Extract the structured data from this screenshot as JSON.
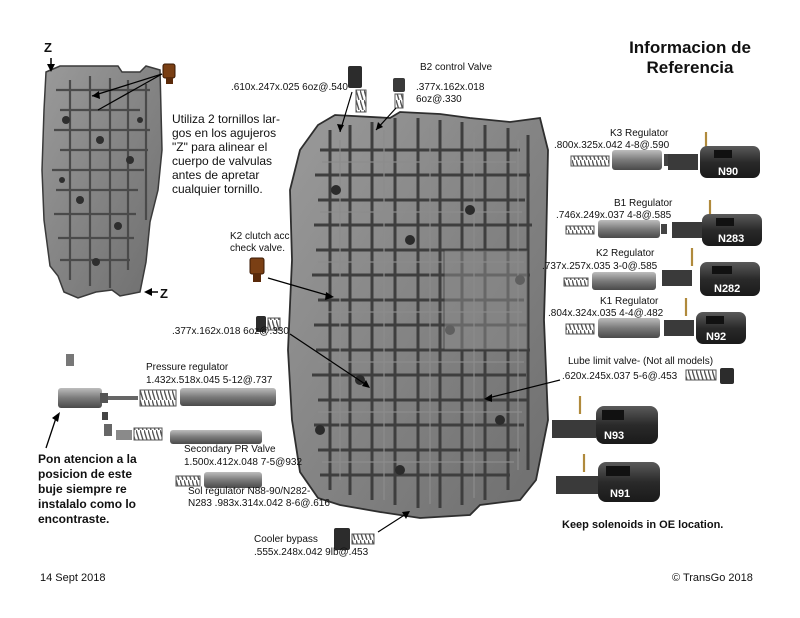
{
  "title": {
    "line1": "Informacion de",
    "line2": "Referencia"
  },
  "markers": {
    "z_top": "Z",
    "z_bottom": "Z"
  },
  "instructions": {
    "bolts_note": "Utiliza 2 tornillos lar-\ngos en los agujeros\n\"Z\" para alinear el\ncuerpo de valvulas\nantes de apretar\ncualquier tornillo.",
    "bushing_note": "Pon atencion a la\nposicion de este\nbuje siempre re\ninstalalo como lo\nencontraste.",
    "keep_solenoids": "Keep solenoids in OE location."
  },
  "valves": {
    "top_left_spec": ".610x.247x.025 6oz@.540",
    "b2_control": {
      "name": "B2 control Valve",
      "spec": ".377x.162x.018\n6oz@.330"
    },
    "k2_clutch": {
      "name": "K2 clutch acc\ncheck valve.",
      "spec": ".377x.162x.018 6oz@.330"
    },
    "k3_regulator": {
      "name": "K3 Regulator",
      "spec": ".800x.325x.042 4-8@.590"
    },
    "b1_regulator": {
      "name": "B1 Regulator",
      "spec": ".746x.249x.037 4-8@.585"
    },
    "k2_regulator": {
      "name": "K2 Regulator",
      "spec": ".737x.257x.035 3-0@.585"
    },
    "k1_regulator": {
      "name": "K1 Regulator",
      "spec": ".804x.324x.035 4-4@.482"
    },
    "lube_limit": {
      "name": "Lube limit valve- (Not all models)",
      "spec": ".620x.245x.037 5-6@.453"
    },
    "pressure_regulator": {
      "name": "Pressure regulator",
      "spec": "1.432x.518x.045 5-12@.737"
    },
    "secondary_pr": {
      "name": "Secondary PR Valve",
      "spec": "1.500x.412x.048 7-5@932"
    },
    "sol_regulator": {
      "name": "Sol regulator N88-90/N282-",
      "spec": "N283 .983x.314x.042 8-6@.616"
    },
    "cooler_bypass": {
      "name": "Cooler bypass",
      "spec": ".555x.248x.042 9lb@.453"
    }
  },
  "solenoids": [
    "N90",
    "N283",
    "N282",
    "N92",
    "N93",
    "N91"
  ],
  "footer": {
    "date": "14 Sept 2018",
    "copyright": "© TransGo 2018"
  }
}
